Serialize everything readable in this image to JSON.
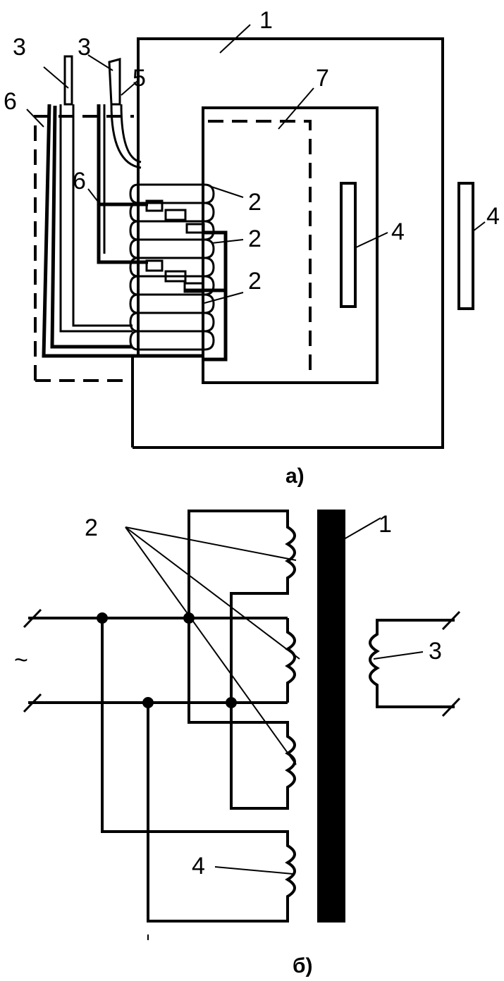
{
  "panel_a": {
    "caption": "а)",
    "labels": {
      "core": "1",
      "winding_top": "2",
      "winding_mid": "2",
      "winding_bot": "2",
      "lead_left": "3",
      "lead_right": "3",
      "lead_small": "5",
      "shunt_inner": "4",
      "shunt_outer": "4",
      "wire_left": "6",
      "wire_inner": "6",
      "insulation": "7"
    }
  },
  "panel_b": {
    "caption": "б)",
    "labels": {
      "windings": "2",
      "core": "1",
      "secondary": "3",
      "shunt_coil": "4",
      "ac_symbol": "~"
    }
  },
  "colors": {
    "ink": "#000000",
    "paper": "#ffffff"
  }
}
